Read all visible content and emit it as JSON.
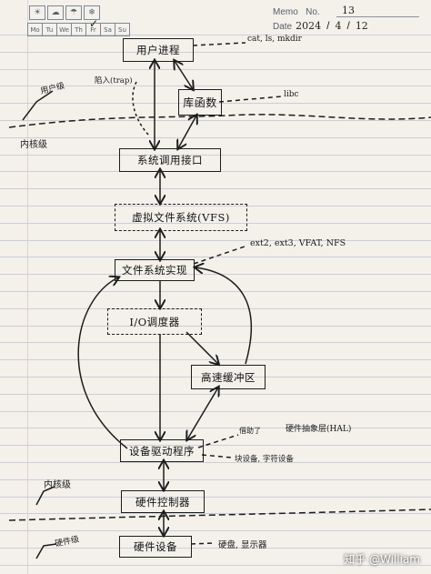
{
  "header": {
    "weekday_icons": [
      "sun-icon",
      "cloud-icon",
      "rain-icon",
      "snow-icon"
    ],
    "weekdays": [
      "Mo",
      "Tu",
      "We",
      "Th",
      "Fr",
      "Sa",
      "Su"
    ],
    "checked_day": "Fr",
    "memo_label": "Memo",
    "memo_no_label": "No.",
    "memo_no_value": "13",
    "date_label": "Date",
    "date_year": "2024",
    "date_month": "4",
    "date_day": "12"
  },
  "diagram": {
    "user_process": "用户进程",
    "library_functions": "库函数",
    "system_call_interface": "系统调用接口",
    "vfs": "虚拟文件系统(VFS)",
    "fs_implementation": "文件系统实现",
    "io_scheduler": "I/O调度器",
    "buffer_cache": "高速缓冲区",
    "device_driver": "设备驱动程序",
    "hardware_controller": "硬件控制器",
    "hardware_device": "硬件设备"
  },
  "annotations": {
    "commands": "cat, ls, mkdir",
    "trap": "陷入(trap)",
    "libc": "libc",
    "user_mode": "用户级",
    "kernel_mode_top": "内核级",
    "fs_types": "ext2, ext3, VFAT, NFS",
    "hal_ref": "借助了",
    "hal": "硬件抽象层(HAL)",
    "device_types": "块设备, 字符设备",
    "kernel_mode_bottom": "内核级",
    "hardware_level": "硬件级",
    "device_examples": "硬盘, 显示器"
  },
  "watermark": "知乎 @William"
}
